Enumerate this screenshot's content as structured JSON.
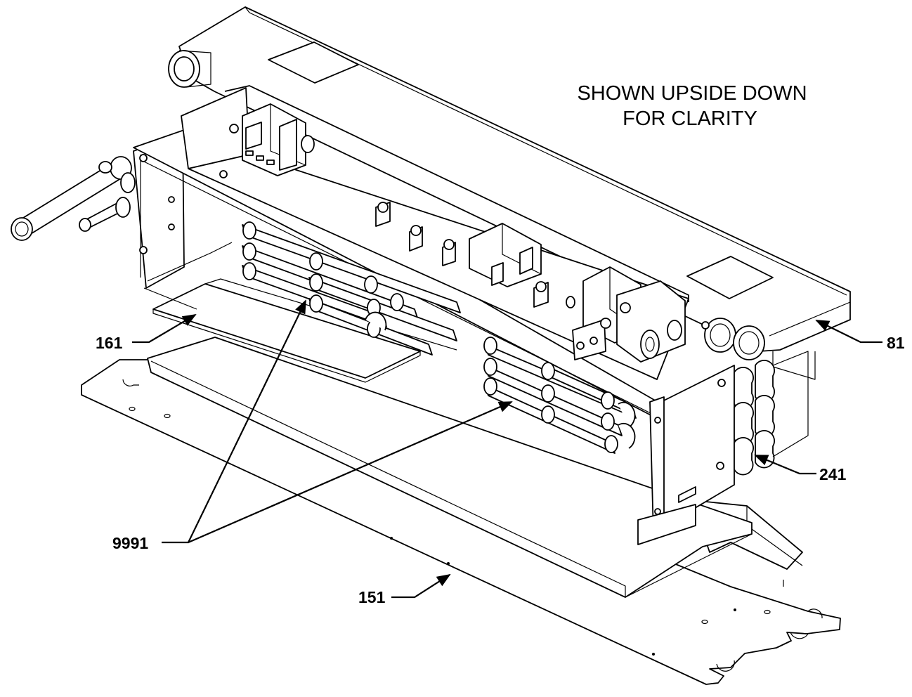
{
  "note": {
    "line1": "SHOWN UPSIDE DOWN",
    "line2": "FOR CLARITY"
  },
  "callouts": {
    "c161": "161",
    "c81": "81",
    "c241": "241",
    "c9991": "9991",
    "c151": "151"
  }
}
